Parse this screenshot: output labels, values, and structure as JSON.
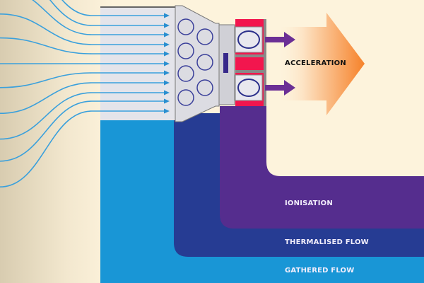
{
  "labels": {
    "acceleration": "ACCELERATION",
    "ionisation": "IONISATION",
    "thermalised_flow": "THERMALISED FLOW",
    "gathered_flow": "GATHERED FLOW"
  },
  "colors": {
    "background": "#fdf3dc",
    "gathered_flow": "#1996d6",
    "thermalised_flow": "#263c93",
    "ionisation": "#552d8e",
    "intake": "#e4e4ea",
    "flow_lines": "#3aa0dc",
    "ion_chamber": "#f2164e",
    "thrust_arrow": "#6b2f95",
    "acceleration_arrow": "#f6822a"
  }
}
